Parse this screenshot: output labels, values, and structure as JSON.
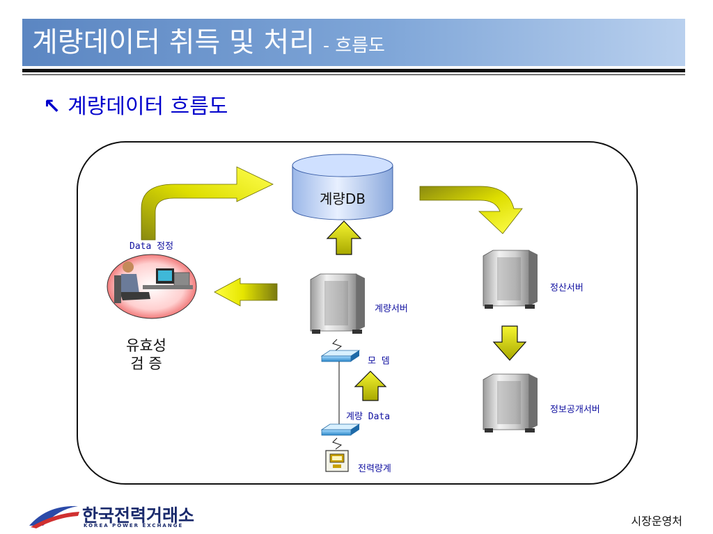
{
  "slide": {
    "title": "계량데이터 취득 및 처리",
    "title_suffix": "- 흐름도",
    "heading_bullet": "↖",
    "heading": "계량데이터 흐름도"
  },
  "diagram": {
    "database": "계량DB",
    "correction_label": "Data 정정",
    "validation_line1": "유효성",
    "validation_line2": "검  증",
    "metering_server": "계량서버",
    "settlement_server": "정산서버",
    "info_server": "정보공개서버",
    "modem": "모 뎀",
    "metering_data": "계량 Data",
    "power_meter": "전력량계"
  },
  "footer": {
    "logo_name": "한국전력거래소",
    "logo_english": "KOREA POWER EXCHANGE",
    "department": "시장운영처"
  },
  "colors": {
    "title_bar": "#6b95cc",
    "heading": "#0000cc",
    "arrow_yellow": "#e6e600",
    "label_blue": "#1010a0"
  },
  "icons": [
    "database-icon",
    "server-icon",
    "modem-icon",
    "power-meter-icon",
    "operator-icon",
    "flow-arrow-icon"
  ]
}
